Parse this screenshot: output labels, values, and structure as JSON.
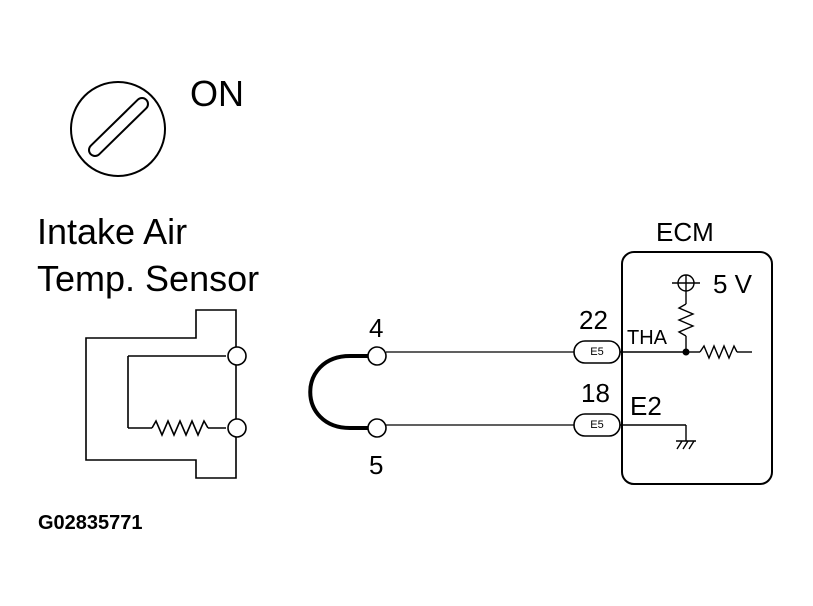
{
  "ignition": {
    "state_label": "ON"
  },
  "sensor": {
    "title_line1": "Intake Air",
    "title_line2": "Temp. Sensor"
  },
  "harness": {
    "pin_top": "4",
    "pin_bottom": "5"
  },
  "ecm": {
    "title": "ECM",
    "supply_label": "5 V",
    "tha_pin": "22",
    "tha_signal": "THA",
    "tha_connector": "E5",
    "e2_pin": "18",
    "e2_signal": "E2",
    "e2_connector": "E5"
  },
  "figure_id": "G02835771",
  "colors": {
    "line": "#000000",
    "background": "#ffffff"
  }
}
